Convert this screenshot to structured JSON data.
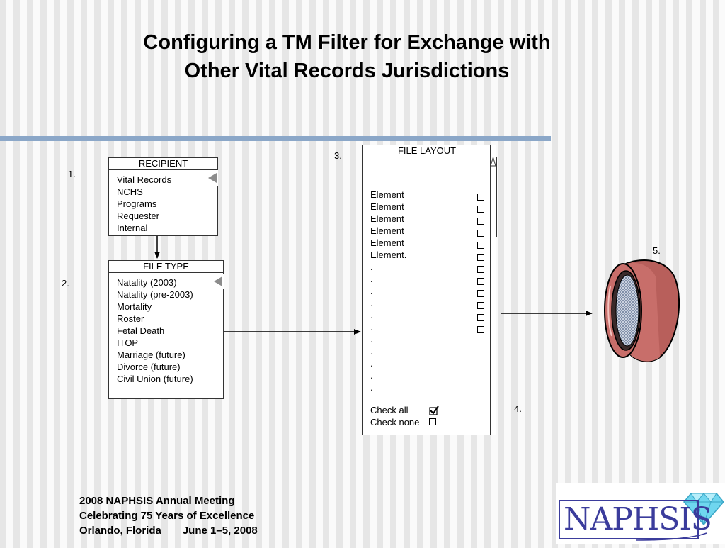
{
  "title": {
    "line1": "Configuring a TM Filter for Exchange with",
    "line2": "Other Vital Records Jurisdictions"
  },
  "markers": {
    "m1": "1.",
    "m2": "2.",
    "m3": "3.",
    "m4": "4.",
    "m5": "5."
  },
  "recipient": {
    "header": "RECIPIENT",
    "items": [
      "Vital Records",
      "NCHS",
      "Programs",
      "Requester",
      "Internal"
    ]
  },
  "file_type": {
    "header": "FILE TYPE",
    "items": [
      "Natality (2003)",
      "Natality (pre-2003)",
      "Mortality",
      "Roster",
      "Fetal Death",
      "ITOP",
      "Marriage (future)",
      "Divorce (future)",
      "Civil Union (future)"
    ]
  },
  "file_layout": {
    "header": "FILE LAYOUT",
    "elements": [
      "Element",
      "Element",
      "Element",
      "Element",
      "Element",
      "Element."
    ],
    "dots": [
      ".",
      ".",
      ".",
      ".",
      ".",
      ".",
      ".",
      ".",
      ".",
      ".",
      "."
    ],
    "check_all": "Check all",
    "check_none": "Check none",
    "check_all_checked": true,
    "check_none_checked": false
  },
  "footer": {
    "line1": "2008 NAPHSIS Annual Meeting",
    "line2": "Celebrating 75 Years of Excellence",
    "line3_place": "Orlando, Florida",
    "line3_date": "June 1–5, 2008"
  },
  "logo": {
    "text": "NAPHSIS",
    "color": "#3b3c9c"
  },
  "colors": {
    "rule": "#8ba7c8",
    "sieve_rim": "#c86e6a",
    "sieve_mesh": "#8494b0"
  }
}
